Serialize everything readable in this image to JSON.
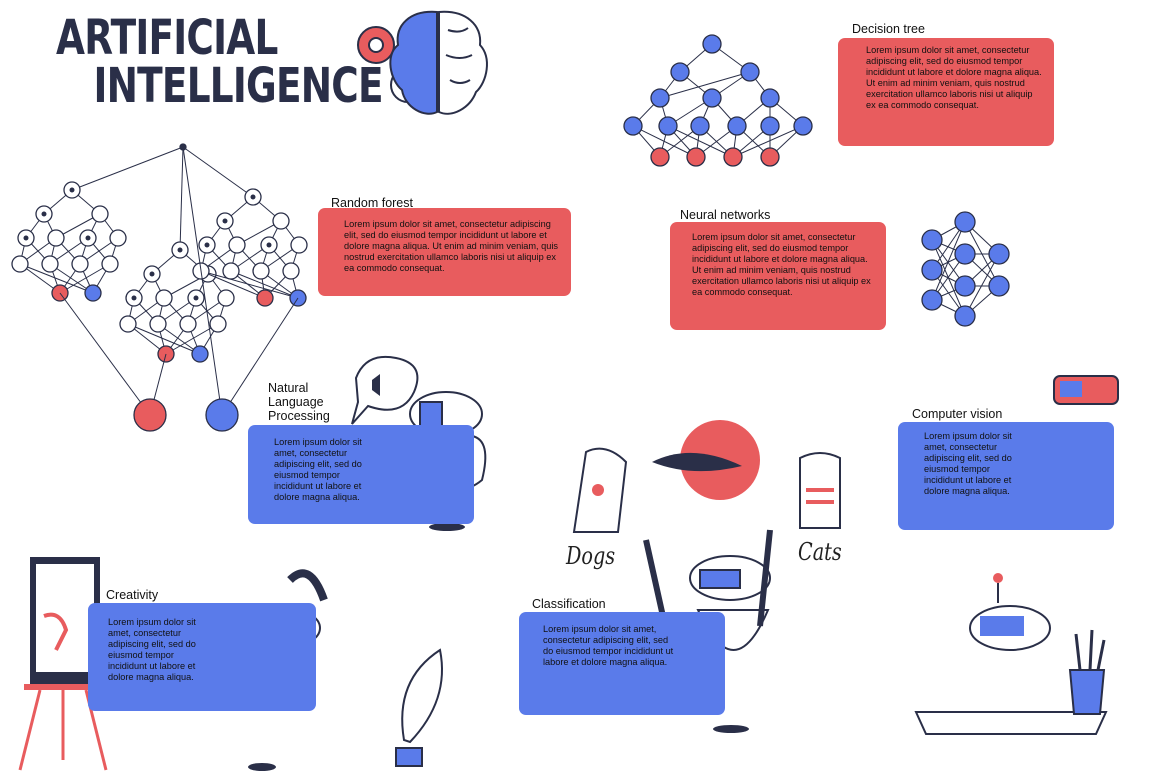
{
  "title": {
    "line1": "ARTIFICIAL",
    "line2": "INTELLIGENCE"
  },
  "colors": {
    "red": "#e85c5e",
    "blue": "#5a7bea",
    "dark": "#2a2f48"
  },
  "sections": {
    "decision_tree": {
      "label": "Decision tree",
      "text": "Lorem ipsum dolor sit amet, consectetur adipiscing elit, sed do eiusmod tempor incididunt ut labore et dolore magna aliqua. Ut enim ad minim veniam, quis nostrud exercitation ullamco laboris nisi ut aliquip ex ea commodo consequat."
    },
    "random_forest": {
      "label": "Random forest",
      "text": "Lorem ipsum dolor sit amet, consectetur adipiscing elit, sed do eiusmod tempor incididunt ut labore et dolore magna aliqua. Ut enim ad minim veniam, quis nostrud exercitation ullamco laboris nisi ut aliquip ex ea commodo consequat."
    },
    "neural_networks": {
      "label": "Neural networks",
      "text": "Lorem ipsum dolor sit amet, consectetur adipiscing elit, sed do eiusmod tempor incididunt ut labore et dolore magna aliqua. Ut enim ad minim veniam, quis nostrud exercitation ullamco laboris nisi ut aliquip ex ea commodo consequat."
    },
    "nlp": {
      "label": "Natural Language Processing",
      "text": "Lorem ipsum dolor sit amet, consectetur adipiscing elit, sed do eiusmod tempor incididunt ut labore et dolore magna aliqua."
    },
    "computer_vision": {
      "label": "Computer vision",
      "text": "Lorem ipsum dolor sit amet, consectetur adipiscing elit, sed do eiusmod tempor incididunt ut labore et dolore magna aliqua."
    },
    "creativity": {
      "label": "Creativity",
      "text": "Lorem ipsum dolor sit amet, consectetur adipiscing elit, sed do eiusmod tempor incididunt ut labore et dolore magna aliqua."
    },
    "classification": {
      "label": "Classification",
      "text": "Lorem ipsum dolor sit amet, consectetur adipiscing elit, sed do eiusmod tempor incididunt ut labore et dolore magna aliqua."
    }
  },
  "handwritten": {
    "dogs": "Dogs",
    "cats": "Cats"
  },
  "icons": [
    "gear-icon",
    "brain-icon",
    "robot-icon",
    "dog-icon",
    "cat-icon",
    "easel-icon",
    "pencil-cup-icon",
    "speech-bubble-icon",
    "3d-glasses-icon"
  ]
}
